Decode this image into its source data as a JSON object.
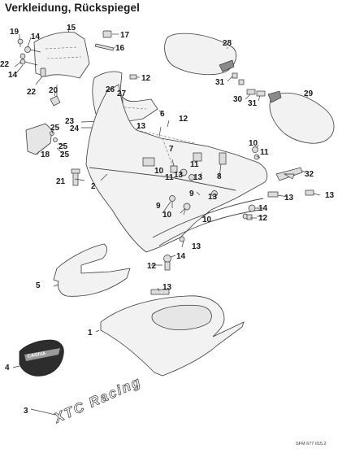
{
  "title": "Verkleidung, Rückspiegel",
  "reference_code": "SFM 677 015.2",
  "decal_text": "XTC Racing",
  "badge_text": "CAGIVA",
  "callouts": {
    "c1": "1",
    "c2": "2",
    "c3": "3",
    "c4": "4",
    "c5": "5",
    "c6": "6",
    "c7": "7",
    "c8": "8",
    "c9a": "9",
    "c9b": "9",
    "c10a": "10",
    "c10b": "10",
    "c10c": "10",
    "c10d": "10",
    "c11a": "11",
    "c11b": "11",
    "c12a": "12",
    "c12b": "12",
    "c12c": "12",
    "c12d": "12",
    "c13a": "13",
    "c13b": "13",
    "c13c": "13",
    "c13d": "13",
    "c13e": "13",
    "c13f": "13",
    "c14a": "14",
    "c14b": "14",
    "c14c": "14",
    "c14d": "14",
    "c15": "15",
    "c16": "16",
    "c17": "17",
    "c18": "18",
    "c19": "19",
    "c20": "20",
    "c21": "21",
    "c22a": "22",
    "c22b": "22",
    "c23": "23",
    "c24": "24",
    "c25a": "25",
    "c25b": "25",
    "c26": "26",
    "c27": "27",
    "c28": "28",
    "c29": "29",
    "c30": "30",
    "c31a": "31",
    "c31b": "31",
    "c32": "32"
  }
}
